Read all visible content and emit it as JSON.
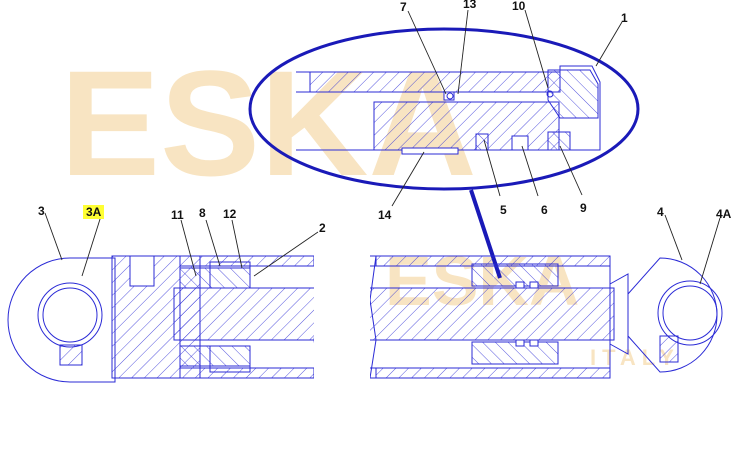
{
  "watermark": {
    "brand": "ESKA",
    "sub": "ITALY",
    "color": "#f6dcae"
  },
  "colors": {
    "line": "#2b2bd6",
    "ellipse": "#1a1ab8",
    "callout": "#222222",
    "highlight": "#ffff33"
  },
  "callouts": {
    "c1": "1",
    "c2": "2",
    "c3": "3",
    "c3a": "3A",
    "c4": "4",
    "c4a": "4A",
    "c5": "5",
    "c6": "6",
    "c7": "7",
    "c8": "8",
    "c9": "9",
    "c10": "10",
    "c11": "11",
    "c12": "12",
    "c13": "13",
    "c14": "14"
  }
}
